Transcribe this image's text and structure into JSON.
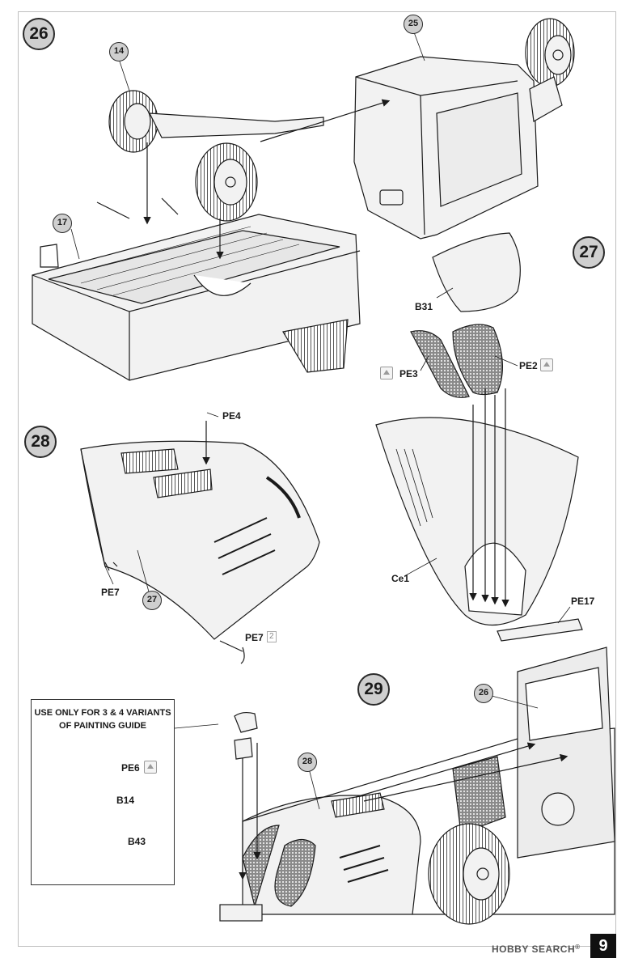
{
  "steps": {
    "s26": "26",
    "s27": "27",
    "s28": "28",
    "s29": "29"
  },
  "callouts": {
    "c14": "14",
    "c25": "25",
    "c17": "17",
    "c27": "27",
    "c26": "26",
    "c28": "28"
  },
  "labels": {
    "b31": "B31",
    "pe3": "PE3",
    "pe2": "PE2",
    "pe4": "PE4",
    "pe7_left": "PE7",
    "pe7_bottom": "PE7",
    "ce1": "Ce1",
    "pe17": "PE17",
    "pe6": "PE6",
    "b14": "B14",
    "b43": "B43"
  },
  "quantities": {
    "pe7_qty": "2"
  },
  "note": {
    "line1": "USE  ONLY FOR 3 & 4 VARIANTS",
    "line2": "OF PAINTING GUIDE"
  },
  "footer": {
    "page_number": "9",
    "watermark_brand": "HOBBY SEARCH",
    "watermark_reg": "®"
  },
  "icons": {
    "photo_etch_badge": "photo-etch-icon"
  },
  "colors": {
    "line": "#1a1a1a",
    "step_fill": "#cfcfcf",
    "part_fill": "#f2f2f2"
  }
}
